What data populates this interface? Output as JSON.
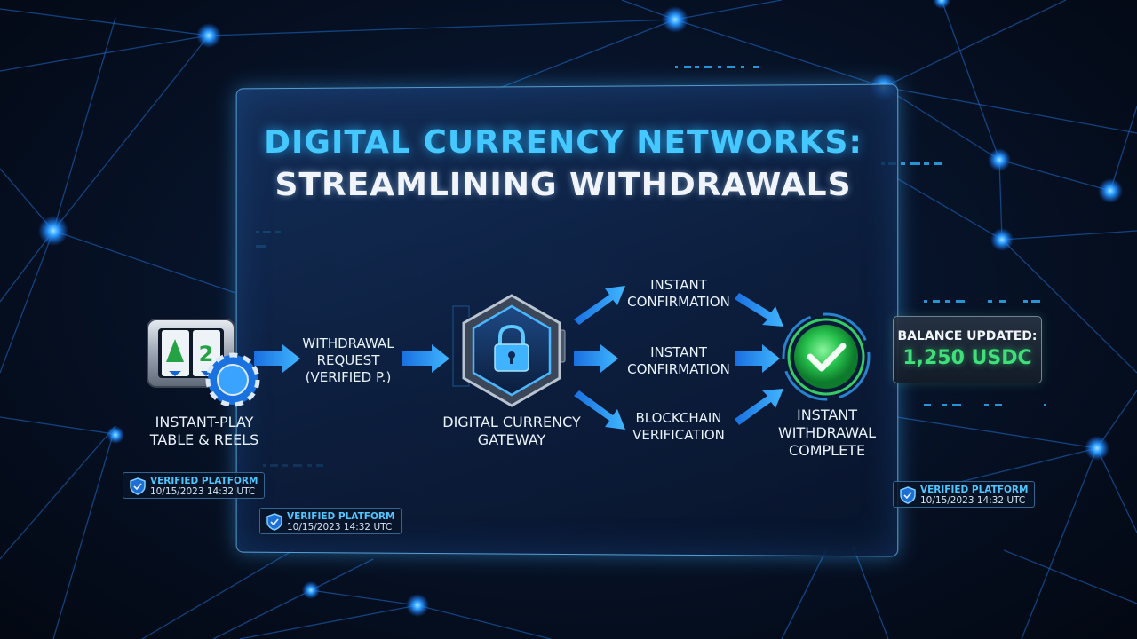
{
  "title": {
    "line1": "DIGITAL CURRENCY NETWORKS:",
    "line2": "STREAMLINING WITHDRAWALS"
  },
  "source_node": {
    "line1": "INSTANT-PLAY",
    "line2": "TABLE & REELS"
  },
  "request_label": {
    "line1": "WITHDRAWAL",
    "line2": "REQUEST",
    "line3": "(VERIFIED P.)"
  },
  "gateway_node": {
    "line1": "DIGITAL CURRENCY",
    "line2": "GATEWAY"
  },
  "branches": [
    {
      "line1": "INSTANT",
      "line2": "CONFIRMATION"
    },
    {
      "line1": "INSTANT",
      "line2": "CONFIRMATION"
    },
    {
      "line1": "BLOCKCHAIN",
      "line2": "VERIFICATION"
    }
  ],
  "complete_node": {
    "line1": "INSTANT",
    "line2": "WITHDRAWAL",
    "line3": "COMPLETE"
  },
  "balance": {
    "label": "BALANCE UPDATED:",
    "value": "1,250 USDC"
  },
  "badges": [
    {
      "title": "VERIFIED PLATFORM",
      "date": "10/15/2023 14:32 UTC"
    },
    {
      "title": "VERIFIED PLATFORM",
      "date": "10/15/2023 14:32 UTC"
    },
    {
      "title": "VERIFIED PLATFORM",
      "date": "10/15/2023 14:32 UTC"
    }
  ],
  "colors": {
    "accent_blue": "#45c8ff",
    "arrow_blue": "#2f9bff",
    "success_green": "#2ed35f",
    "panel_border": "#6ec8ff"
  },
  "icons": [
    "slot-machine-icon",
    "casino-chip-icon",
    "lock-icon",
    "checkmark-icon",
    "shield-icon"
  ]
}
